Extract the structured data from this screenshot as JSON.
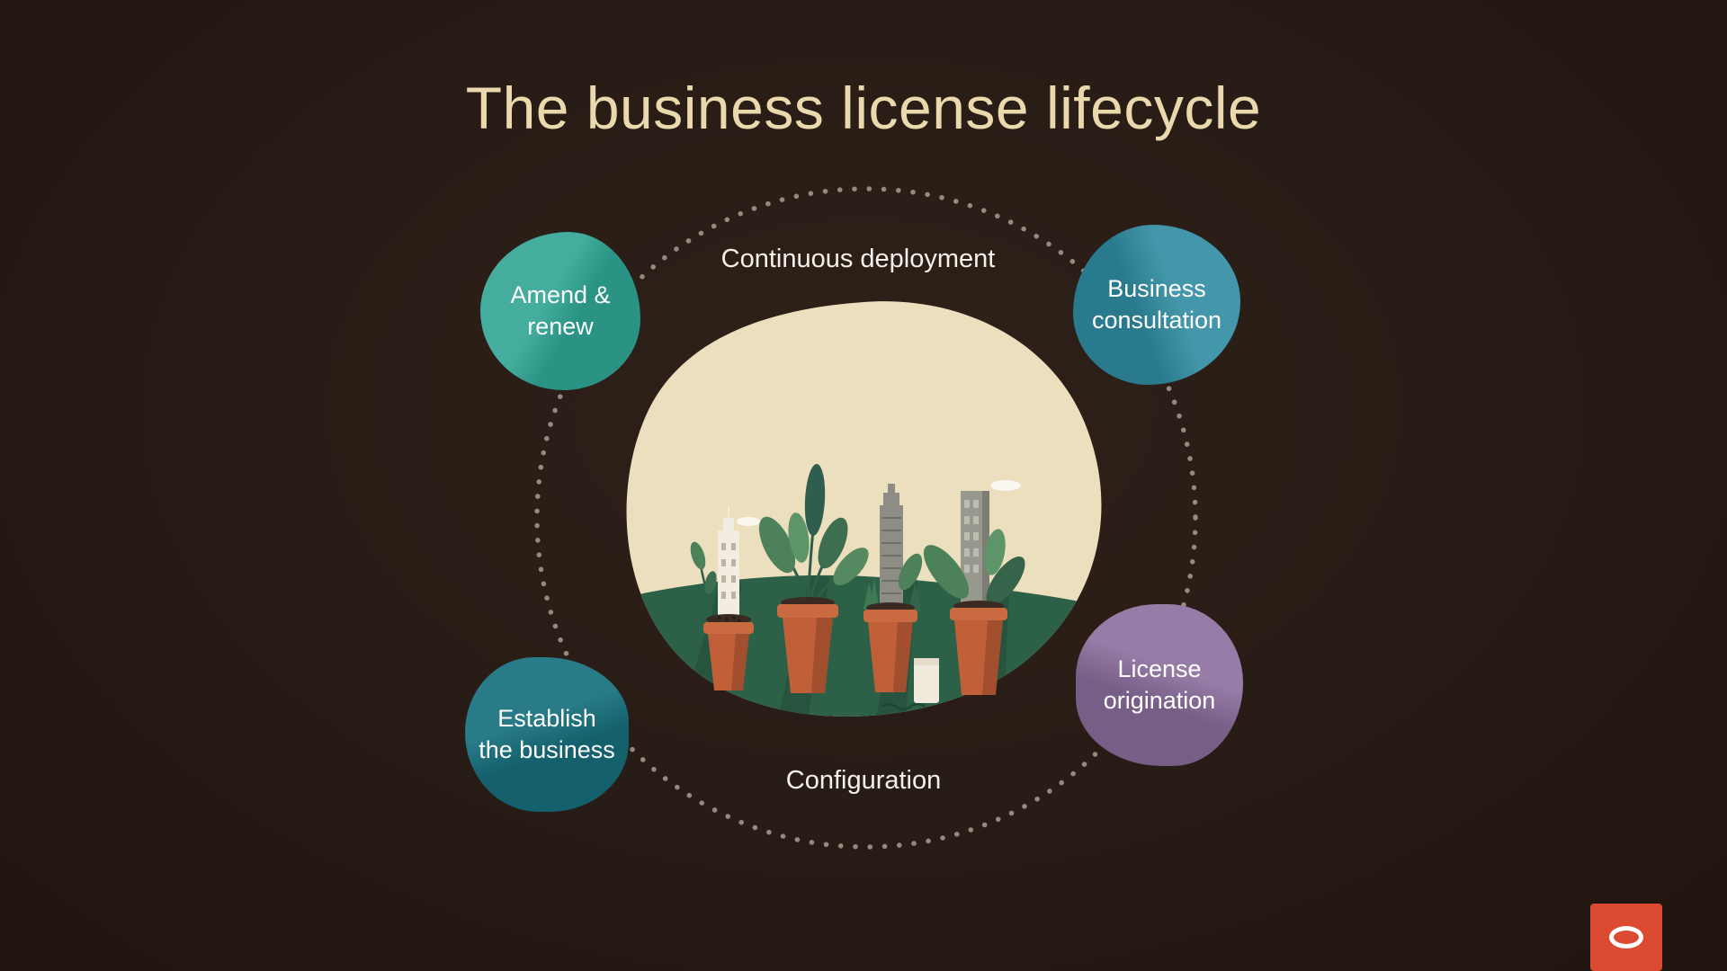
{
  "slide": {
    "title": "The business license lifecycle"
  },
  "cycle": {
    "top_label": "Continuous deployment",
    "bottom_label": "Configuration",
    "stages": [
      {
        "id": "amend-renew",
        "label": "Amend &\nrenew",
        "color": "#2fa493"
      },
      {
        "id": "business-consultation",
        "label": "Business\nconsultation",
        "color": "#2f8ba0"
      },
      {
        "id": "license-origination",
        "label": "License\norigination",
        "color": "#8a6d9c"
      },
      {
        "id": "establish-business",
        "label": "Establish\nthe business",
        "color": "#17707e"
      }
    ]
  },
  "logo": {
    "name": "oracle-logo",
    "color": "#dd4a32"
  },
  "palette": {
    "background": "#281c16",
    "title_text": "#ead9ad",
    "dotted_ring": "#a89d8f",
    "stage_text": "#ffffff",
    "center_blob": "#ecdfbe",
    "ground_green": "#2c6148",
    "pot_terracotta": "#c05f38"
  }
}
